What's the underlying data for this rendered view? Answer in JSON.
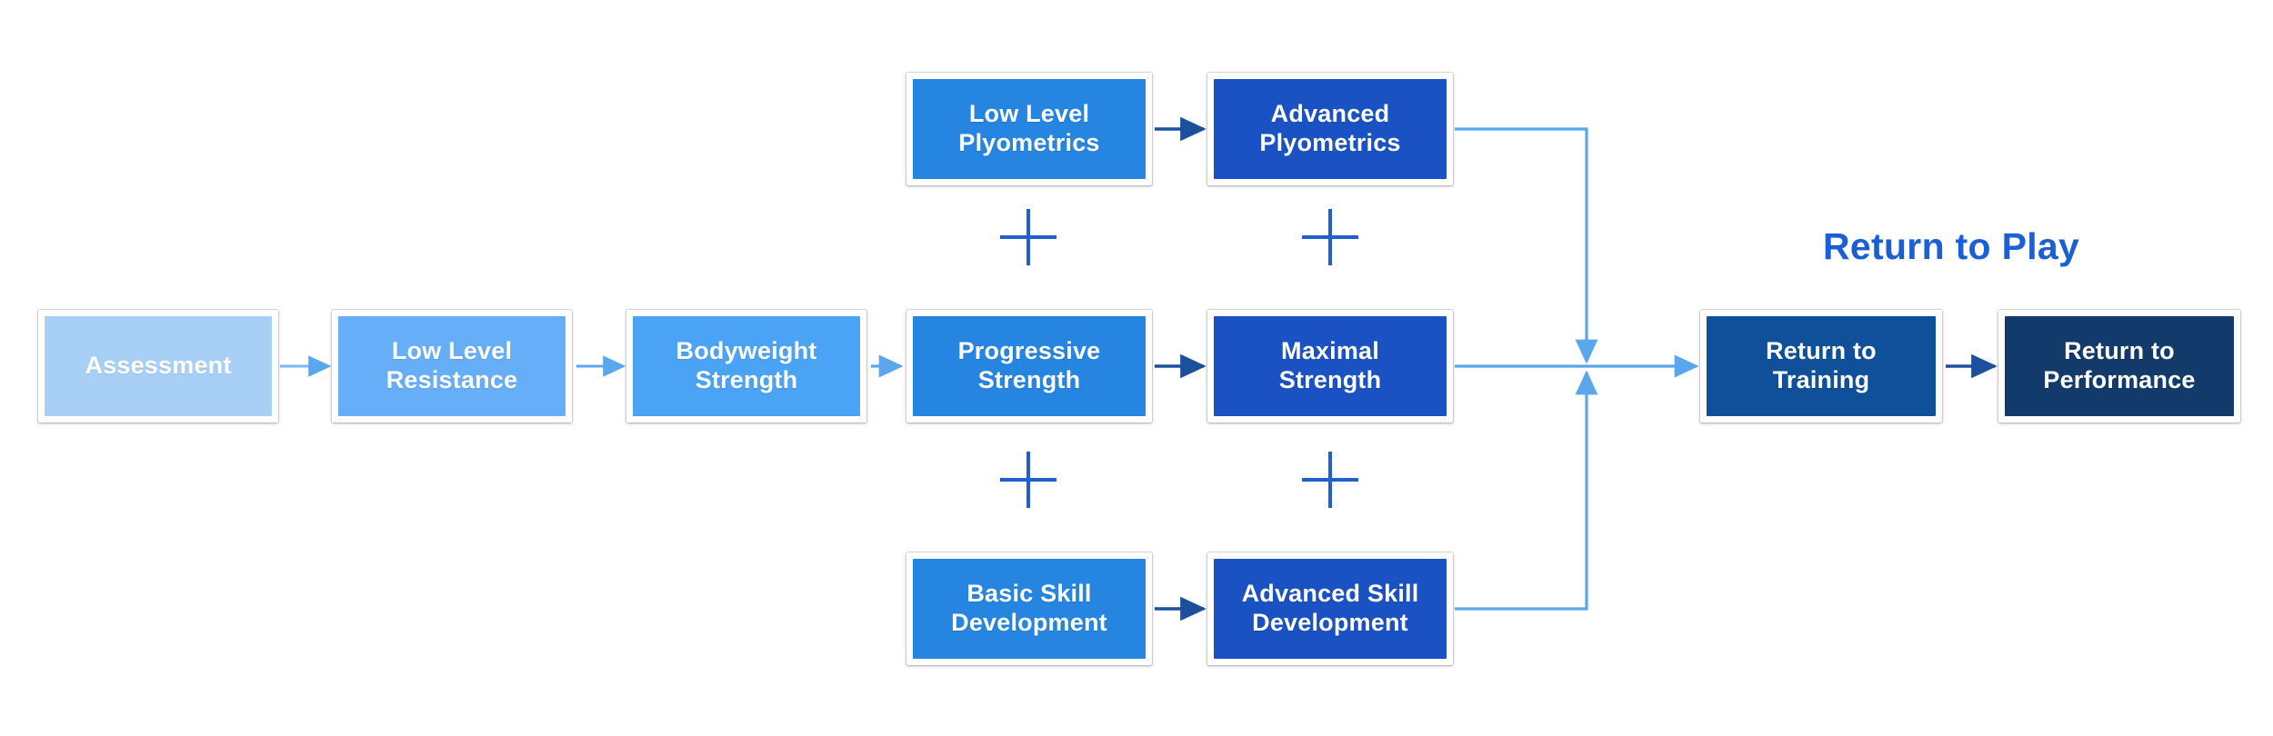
{
  "diagram": {
    "title": "Return to Play",
    "title_color": "#1b5fd4",
    "background": "#ffffff",
    "nodes": [
      {
        "id": "assessment",
        "label": "Assessment",
        "color": "#a8d0f7",
        "row": "middle",
        "col": 1
      },
      {
        "id": "low-level-resistance",
        "label": "Low Level\nResistance",
        "color": "#66aef8",
        "row": "middle",
        "col": 2
      },
      {
        "id": "bodyweight-strength",
        "label": "Bodyweight\nStrength",
        "color": "#4ba3f5",
        "row": "middle",
        "col": 3
      },
      {
        "id": "progressive-strength",
        "label": "Progressive\nStrength",
        "color": "#2585e0",
        "row": "middle",
        "col": 4
      },
      {
        "id": "maximal-strength",
        "label": "Maximal\nStrength",
        "color": "#1a52c4",
        "row": "middle",
        "col": 5
      },
      {
        "id": "return-to-training",
        "label": "Return to\nTraining",
        "color": "#10509b",
        "row": "middle",
        "col": 6
      },
      {
        "id": "return-to-performance",
        "label": "Return to\nPerformance",
        "color": "#123a6b",
        "row": "middle",
        "col": 7
      },
      {
        "id": "low-level-plyometrics",
        "label": "Low Level\nPlyometrics",
        "color": "#2585e0",
        "row": "top",
        "col": 4
      },
      {
        "id": "advanced-plyometrics",
        "label": "Advanced\nPlyometrics",
        "color": "#1a52c4",
        "row": "top",
        "col": 5
      },
      {
        "id": "basic-skill-development",
        "label": "Basic Skill\nDevelopment",
        "color": "#2585e0",
        "row": "bottom",
        "col": 4
      },
      {
        "id": "advanced-skill-development",
        "label": "Advanced Skill\nDevelopment",
        "color": "#1a52c4",
        "row": "bottom",
        "col": 5
      }
    ],
    "plus_separators": [
      {
        "id": "plus-top-left",
        "between": "low-level-plyometrics / progressive-strength"
      },
      {
        "id": "plus-top-right",
        "between": "advanced-plyometrics / maximal-strength"
      },
      {
        "id": "plus-bottom-left",
        "between": "progressive-strength / basic-skill-development"
      },
      {
        "id": "plus-bottom-right",
        "between": "maximal-strength / advanced-skill-development"
      }
    ],
    "connectors": [
      {
        "from": "assessment",
        "to": "low-level-resistance",
        "style": "light"
      },
      {
        "from": "low-level-resistance",
        "to": "bodyweight-strength",
        "style": "light"
      },
      {
        "from": "bodyweight-strength",
        "to": "progressive-strength",
        "style": "light"
      },
      {
        "from": "progressive-strength",
        "to": "maximal-strength",
        "style": "dark"
      },
      {
        "from": "low-level-plyometrics",
        "to": "advanced-plyometrics",
        "style": "dark"
      },
      {
        "from": "basic-skill-development",
        "to": "advanced-skill-development",
        "style": "dark"
      },
      {
        "from": "maximal-strength",
        "to": "return-to-training",
        "style": "light"
      },
      {
        "from": "advanced-plyometrics",
        "to": "return-to-training",
        "style": "light-elbow-down"
      },
      {
        "from": "advanced-skill-development",
        "to": "return-to-training",
        "style": "light-elbow-up"
      },
      {
        "from": "return-to-training",
        "to": "return-to-performance",
        "style": "dark"
      }
    ],
    "arrow_colors": {
      "light": "#5ba7ee",
      "dark": "#1c4f9c"
    }
  }
}
